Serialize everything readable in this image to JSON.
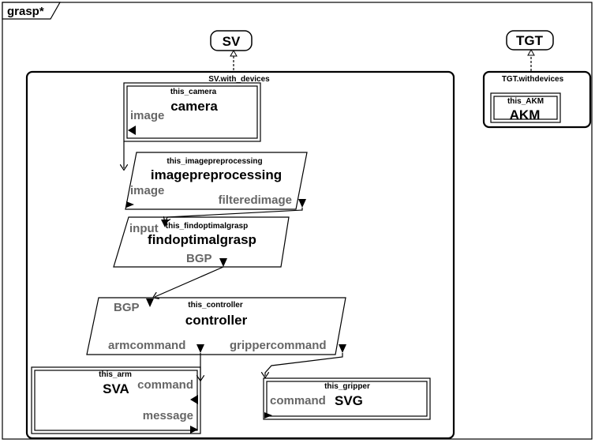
{
  "frame": {
    "title": "grasp*"
  },
  "stereotypes": {
    "sv": "SV",
    "tgt": "TGT"
  },
  "containers": {
    "sv": {
      "title": "SV.with_devices"
    },
    "tgt": {
      "title": "TGT.withdevices"
    }
  },
  "blocks": {
    "camera": {
      "instance": "this_camera",
      "name": "camera",
      "ports": [
        "image"
      ]
    },
    "imagepreprocessing": {
      "instance": "this_imagepreprocessing",
      "name": "imagepreprocessing",
      "ports": [
        "image",
        "filteredimage"
      ]
    },
    "findoptimalgrasp": {
      "instance": "this_findoptimalgrasp",
      "name": "findoptimalgrasp",
      "ports": [
        "input",
        "BGP"
      ]
    },
    "controller": {
      "instance": "this_controller",
      "name": "controller",
      "ports": [
        "BGP",
        "armcommand",
        "grippercommand"
      ]
    },
    "arm": {
      "instance": "this_arm",
      "name": "SVA",
      "ports": [
        "command",
        "message"
      ]
    },
    "gripper": {
      "instance": "this_gripper",
      "name": "SVG",
      "ports": [
        "command"
      ]
    },
    "akm": {
      "instance": "this_AKM",
      "name": "AKM"
    }
  }
}
